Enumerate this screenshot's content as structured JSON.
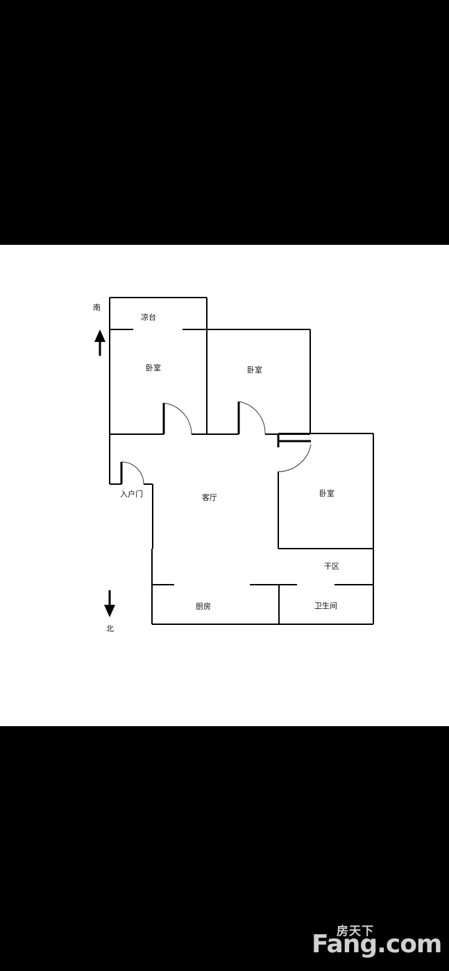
{
  "plan": {
    "compass": {
      "south": "南",
      "north": "北"
    },
    "rooms": {
      "balcony": "凉台",
      "bedroom_1": "卧室",
      "bedroom_2": "卧室",
      "bedroom_3": "卧室",
      "entry_door": "入户门",
      "living_room": "客厅",
      "dry_area": "干区",
      "kitchen": "厨房",
      "bathroom": "卫生间"
    }
  },
  "watermark": {
    "cn": "房天下",
    "en": "Fang.com"
  }
}
